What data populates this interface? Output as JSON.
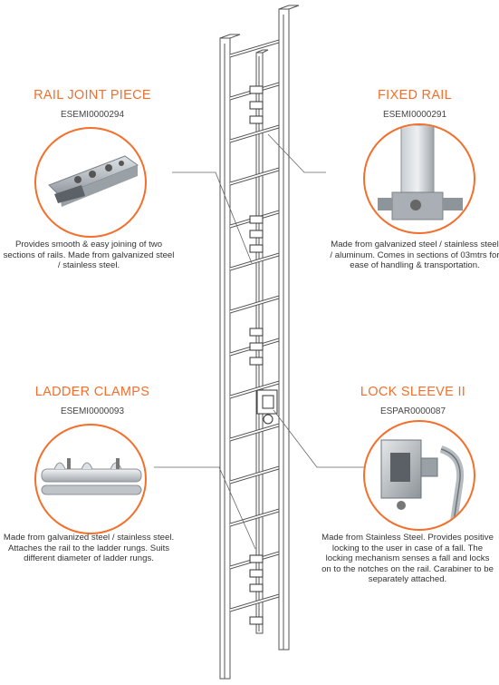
{
  "products": {
    "rail_joint": {
      "title": "RAIL JOINT PIECE",
      "code": "ESEMI0000294",
      "description": "Provides smooth & easy joining of two sections of rails. Made from galvanized steel / stainless steel."
    },
    "fixed_rail": {
      "title": "FIXED RAIL",
      "code": "ESEMI0000291",
      "description": "Made from galvanized steel / stainless steel / aluminum. Comes in sections of 03mtrs for ease of handling & transportation."
    },
    "ladder_clamps": {
      "title": "LADDER CLAMPS",
      "code": "ESEMI0000093",
      "description": "Made from galvanized steel / stainless steel. Attaches the rail to the ladder rungs. Suits different diameter of ladder rungs."
    },
    "lock_sleeve": {
      "title": "LOCK SLEEVE II",
      "code": "ESPAR0000087",
      "description": "Made from Stainless Steel. Provides positive locking to the user in case of a fall. The locking mechanism senses a fall and locks on to the notches on the rail. Carabiner to be separately attached."
    }
  },
  "colors": {
    "accent": "#f36f2b",
    "steel": "#b9bec3",
    "line": "#555555"
  }
}
